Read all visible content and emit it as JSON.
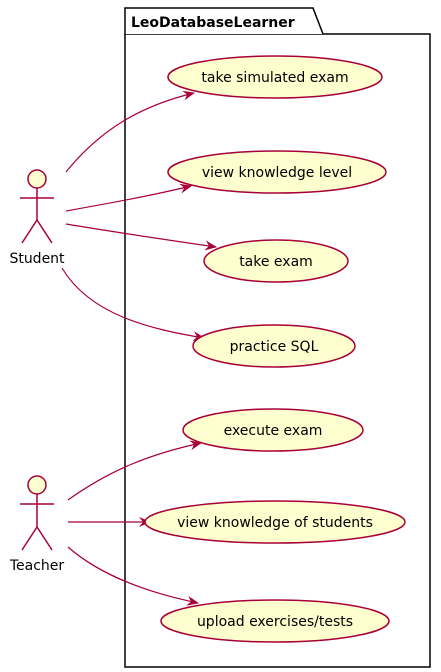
{
  "system": {
    "name": "LeoDatabaseLearner"
  },
  "colors": {
    "usecase_fill": "#FEFECE",
    "usecase_stroke": "#A80036",
    "arrow": "#A80036",
    "actor_fill": "#FEFECE",
    "frame": "#000000"
  },
  "actors": [
    {
      "id": "student",
      "label": "Student"
    },
    {
      "id": "teacher",
      "label": "Teacher"
    }
  ],
  "use_cases": [
    {
      "id": "uc1",
      "label": "take simulated exam",
      "actor": "student"
    },
    {
      "id": "uc2",
      "label": "view knowledge level",
      "actor": "student"
    },
    {
      "id": "uc3",
      "label": "take exam",
      "actor": "student"
    },
    {
      "id": "uc4",
      "label": "practice SQL",
      "actor": "student"
    },
    {
      "id": "uc5",
      "label": "execute exam",
      "actor": "teacher"
    },
    {
      "id": "uc6",
      "label": "view knowledge of students",
      "actor": "teacher"
    },
    {
      "id": "uc7",
      "label": "upload exercises/tests",
      "actor": "teacher"
    }
  ]
}
